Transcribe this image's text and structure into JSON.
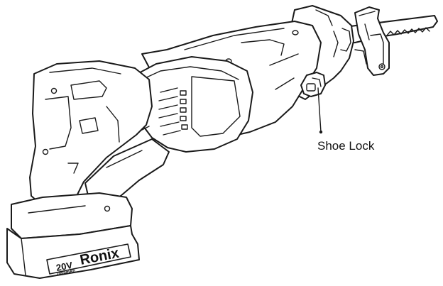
{
  "callouts": [
    {
      "id": "shoe-lock",
      "label": "Shoe Lock"
    }
  ],
  "battery_label": {
    "voltage": "20V",
    "capacity": "2000mAh",
    "brand": "Ronix"
  },
  "colors": {
    "line": "#1a1a1a",
    "background": "#ffffff"
  }
}
